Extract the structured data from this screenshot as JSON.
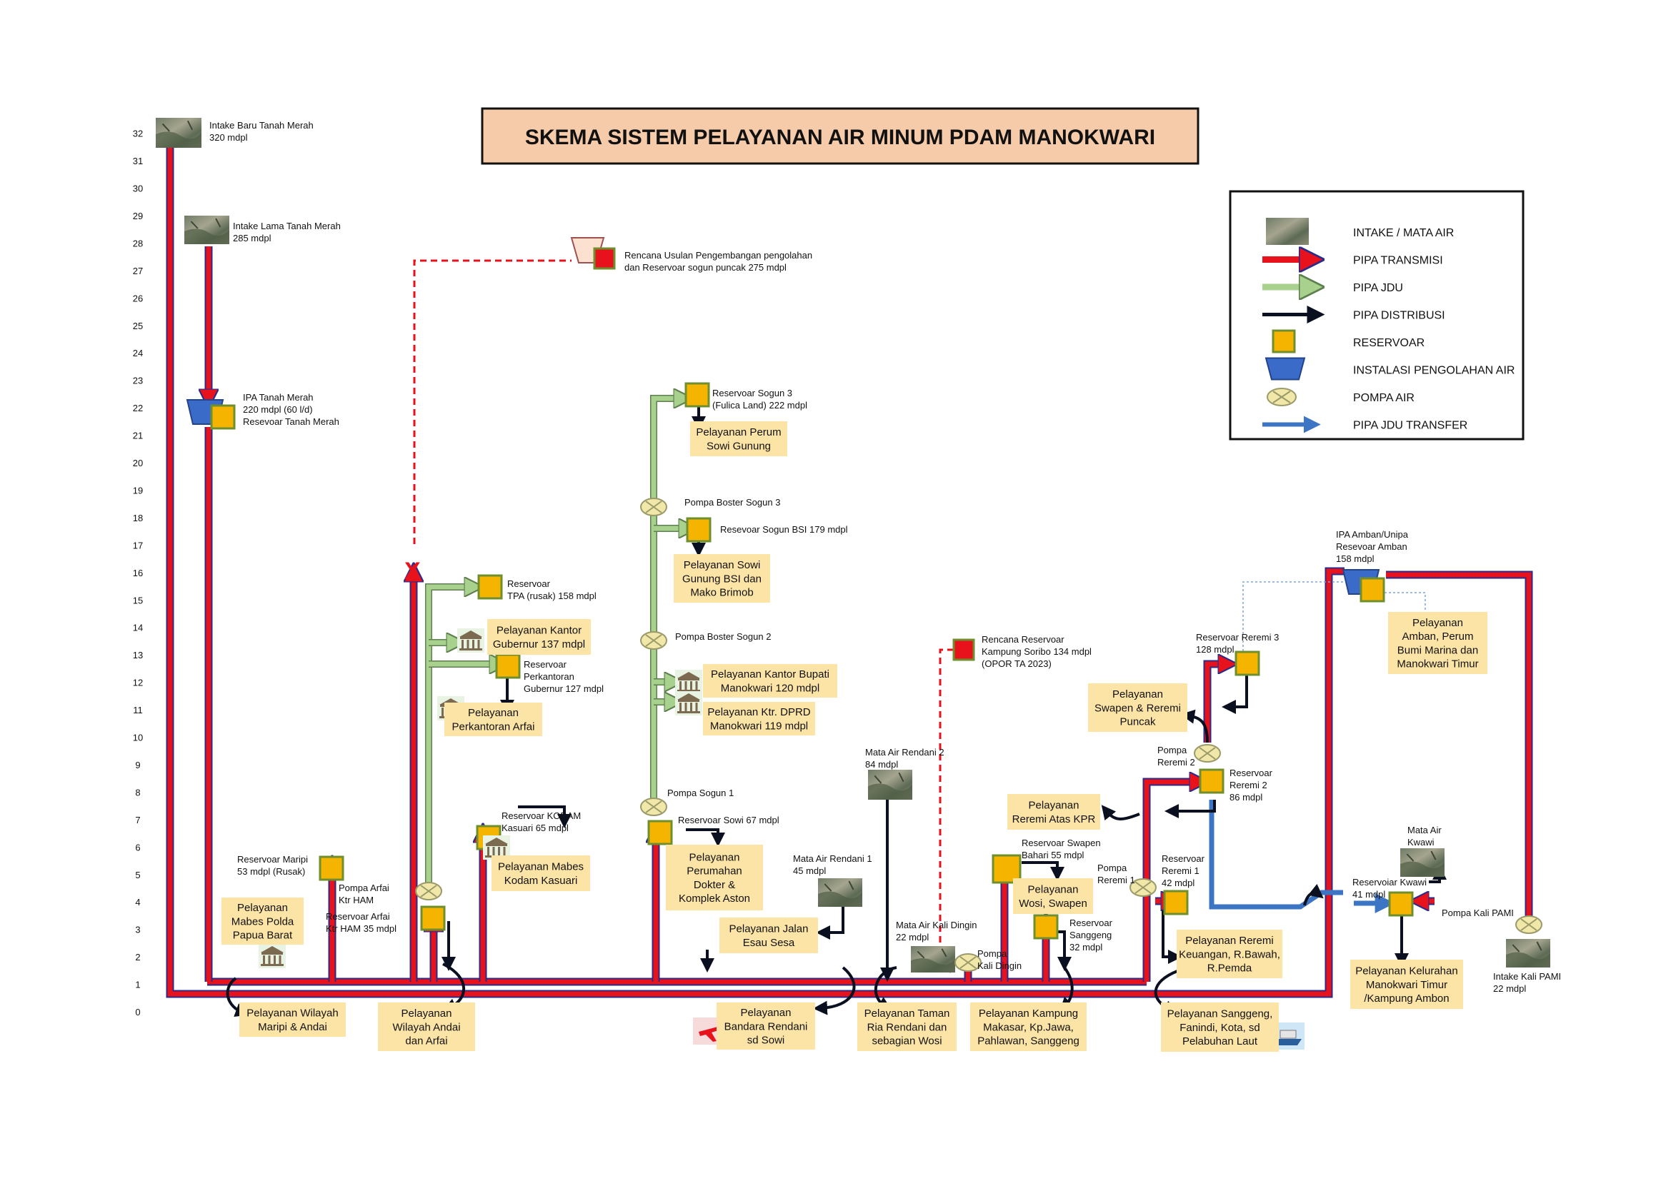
{
  "title": "SKEMA SISTEM PELAYANAN AIR MINUM PDAM MANOKWARI",
  "colors": {
    "transmission": "#E8121C",
    "transmission_outline": "#2B2B8A",
    "jdu": "#A9D18E",
    "jdu_outline": "#5E7F4E",
    "distribution": "#0A1020",
    "transfer": "#3C75C3",
    "reservoir_fill": "#F5B400",
    "reservoir_outline": "#6F8F2F",
    "treatment_plant": "#3B6BC9",
    "pump_fill": "#F1E7A8",
    "service_box": "#FCE4A6",
    "title_box": "#F6CBAA",
    "plan_line": "#E8121C"
  },
  "elevation_axis": [
    "0",
    "1",
    "2",
    "3",
    "4",
    "5",
    "6",
    "7",
    "8",
    "9",
    "10",
    "11",
    "12",
    "13",
    "14",
    "15",
    "16",
    "17",
    "18",
    "19",
    "20",
    "21",
    "22",
    "23",
    "24",
    "25",
    "26",
    "27",
    "28",
    "29",
    "30",
    "31",
    "32"
  ],
  "legend": {
    "items": [
      {
        "icon": "photo-icon",
        "label": "INTAKE / MATA AIR"
      },
      {
        "icon": "red-arrow-icon",
        "label": "PIPA TRANSMISI"
      },
      {
        "icon": "green-arrow-icon",
        "label": "PIPA JDU"
      },
      {
        "icon": "black-arrow-icon",
        "label": "PIPA DISTRIBUSI"
      },
      {
        "icon": "reservoir-icon",
        "label": "RESERVOAR"
      },
      {
        "icon": "treatment-plant-icon",
        "label": "INSTALASI PENGOLAHAN AIR"
      },
      {
        "icon": "pump-icon",
        "label": "POMPA AIR"
      },
      {
        "icon": "blue-arrow-icon",
        "label": "PIPA JDU TRANSFER"
      }
    ]
  },
  "labels": {
    "intake_baru": [
      "Intake Baru Tanah Merah",
      "320 mdpl"
    ],
    "intake_lama": [
      "Intake Lama Tanah Merah",
      "285 mdpl"
    ],
    "rencana_sogun": [
      "Rencana Usulan Pengembangan pengolahan",
      "dan Reservoar sogun puncak 275 mdpl"
    ],
    "ipa_tanah_merah": [
      "IPA Tanah Merah",
      "220 mdpl (60 l/d)",
      "Resevoar Tanah Merah"
    ],
    "res_tpa": [
      "Reservoar",
      "TPA (rusak) 158 mdpl"
    ],
    "res_gubernur": [
      "Reservoar",
      "Perkantoran",
      "Gubernur 127 mdpl"
    ],
    "res_maripi": [
      "Reservoar Maripi",
      "53 mdpl (Rusak)"
    ],
    "pompa_arfai": [
      "Pompa Arfai",
      "Ktr HAM"
    ],
    "res_arfai": [
      "Reservoar Arfai",
      "Ktr HAM 35 mdpl"
    ],
    "res_kodam": [
      "Reservoar  KODAM",
      "Kasuari 65 mdpl"
    ],
    "res_sogun3": [
      "Reservoar Sogun 3",
      "(Fulica Land) 222 mdpl"
    ],
    "pompa_sogun3": [
      "Pompa Boster Sogun 3"
    ],
    "res_sogun_bsi": [
      "Resevoar Sogun BSI 179 mdpl"
    ],
    "pompa_sogun2": [
      "Pompa Boster Sogun 2"
    ],
    "pompa_sogun1": [
      "Pompa Sogun 1"
    ],
    "res_sowi": [
      "Reservoar  Sowi 67 mdpl"
    ],
    "rencana_soribo": [
      "Rencana Reservoar",
      "Kampung Soribo 134 mdpl",
      "(OPOR TA 2023)"
    ],
    "mata_air_rendani2": [
      "Mata Air Rendani 2",
      "84 mdpl"
    ],
    "mata_air_rendani1": [
      "Mata Air Rendani 1",
      "45 mdpl"
    ],
    "mata_air_kali_dingin": [
      "Mata Air  Kali Dingin",
      "22 mdpl"
    ],
    "pompa_kali_dingin": [
      "Pompa",
      "Kali Dingin"
    ],
    "res_swapen": [
      "Reservoar  Swapen",
      "Bahari 55 mdpl"
    ],
    "pompa_reremi1": [
      "Pompa",
      "Reremi 1"
    ],
    "res_sanggeng": [
      "Reservoar",
      "Sanggeng",
      "32 mdpl"
    ],
    "res_reremi1": [
      "Reservoar",
      "Reremi 1",
      "42 mdpl"
    ],
    "pompa_reremi2": [
      "Pompa",
      "Reremi 2"
    ],
    "res_reremi2": [
      "Reservoar",
      "Reremi 2",
      "86 mdpl"
    ],
    "res_reremi3": [
      "Reservoar Reremi 3",
      "128 mdpl"
    ],
    "ipa_amban": [
      "IPA Amban/Unipa",
      "Resevoar Amban",
      "158 mdpl"
    ],
    "mata_air_kwawi": [
      "Mata Air",
      "Kwawi"
    ],
    "res_kwawi": [
      "Reservoiar Kwawi",
      "41 mdpl"
    ],
    "pompa_kali_pami": [
      "Pompa Kali PAMI"
    ],
    "intake_kali_pami": [
      "Intake Kali PAMI",
      "22 mdpl"
    ]
  },
  "services": {
    "sowi_gunung": [
      "Pelayanan Perum",
      "Sowi Gunung"
    ],
    "sowi_bsi": [
      "Pelayanan Sowi",
      "Gunung BSI dan",
      "Mako Brimob"
    ],
    "kantor_gubernur": [
      "Pelayanan Kantor",
      "Gubernur 137 mdpl"
    ],
    "perkantoran_arfai": [
      "Pelayanan",
      "Perkantoran Arfai"
    ],
    "kantor_bupati": [
      "Pelayanan  Kantor Bupati",
      "Manokwari 120 mdpl"
    ],
    "dprd": [
      "Pelayanan Ktr. DPRD",
      "Manokwari 119 mdpl"
    ],
    "mabes_polda": [
      "Pelayanan",
      "Mabes Polda",
      "Papua Barat"
    ],
    "mabes_kodam": [
      "Pelayanan Mabes",
      "Kodam Kasuari"
    ],
    "perumahan_dokter": [
      "Pelayanan",
      "Perumahan",
      "Dokter  &",
      "Komplek Aston"
    ],
    "jalan_esau": [
      "Pelayanan Jalan",
      "Esau Sesa"
    ],
    "wosi_swapen": [
      "Pelayanan",
      "Wosi, Swapen"
    ],
    "reremi_keuangan": [
      "Pelayanan  Reremi",
      "Keuangan, R.Bawah,",
      "R.Pemda"
    ],
    "reremi_atas": [
      "Pelayanan",
      "Reremi Atas KPR"
    ],
    "swapen_reremi_puncak": [
      "Pelayanan",
      "Swapen & Reremi",
      "Puncak"
    ],
    "amban": [
      "Pelayanan",
      "Amban, Perum",
      "Bumi Marina dan",
      "Manokwari Timur"
    ],
    "manokwari_timur": [
      "Pelayanan  Kelurahan",
      "Manokwari Timur",
      "/Kampung Ambon"
    ],
    "maripi_andai": [
      "Pelayanan Wilayah",
      "Maripi & Andai"
    ],
    "andai_arfai": [
      "Pelayanan",
      "Wilayah Andai",
      "dan Arfai"
    ],
    "bandara_rendani": [
      "Pelayanan",
      "Bandara Rendani",
      "sd Sowi"
    ],
    "taman_ria": [
      "Pelayanan Taman",
      "Ria Rendani dan",
      "sebagian Wosi"
    ],
    "kampung_makasar": [
      "Pelayanan Kampung",
      "Makasar, Kp.Jawa,",
      "Pahlawan, Sanggeng"
    ],
    "sanggeng_fanindi": [
      "Pelayanan  Sanggeng,",
      "Fanindi, Kota, sd",
      "Pelabuhan Laut"
    ]
  },
  "markers": {
    "broken_pipe": "X"
  }
}
